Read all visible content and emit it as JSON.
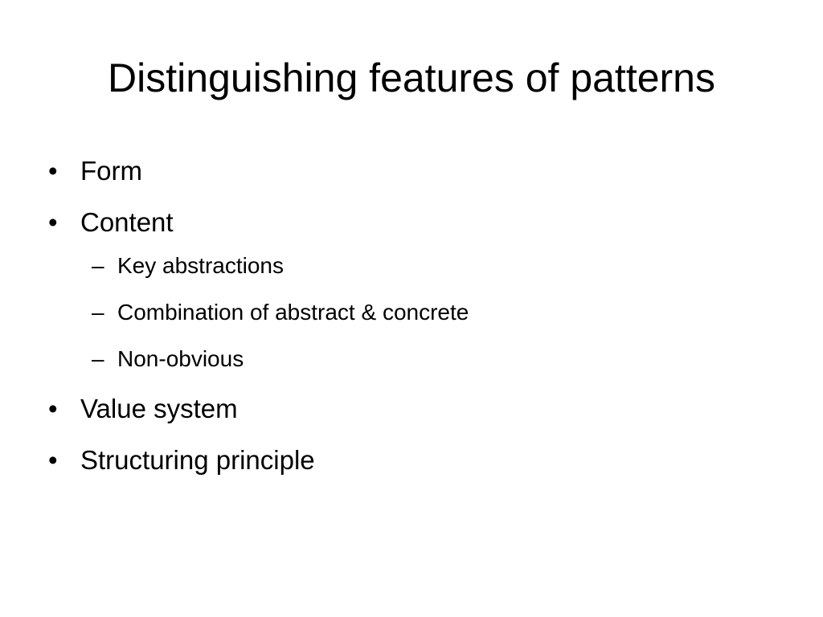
{
  "slide": {
    "title": "Distinguishing features of patterns",
    "bullet_glyph": "•",
    "dash_glyph": "–",
    "items": [
      {
        "label": "Form",
        "subitems": []
      },
      {
        "label": "Content",
        "subitems": [
          "Key abstractions",
          "Combination of abstract & concrete",
          "Non-obvious"
        ]
      },
      {
        "label": "Value system",
        "subitems": []
      },
      {
        "label": "Structuring principle",
        "subitems": []
      }
    ]
  }
}
